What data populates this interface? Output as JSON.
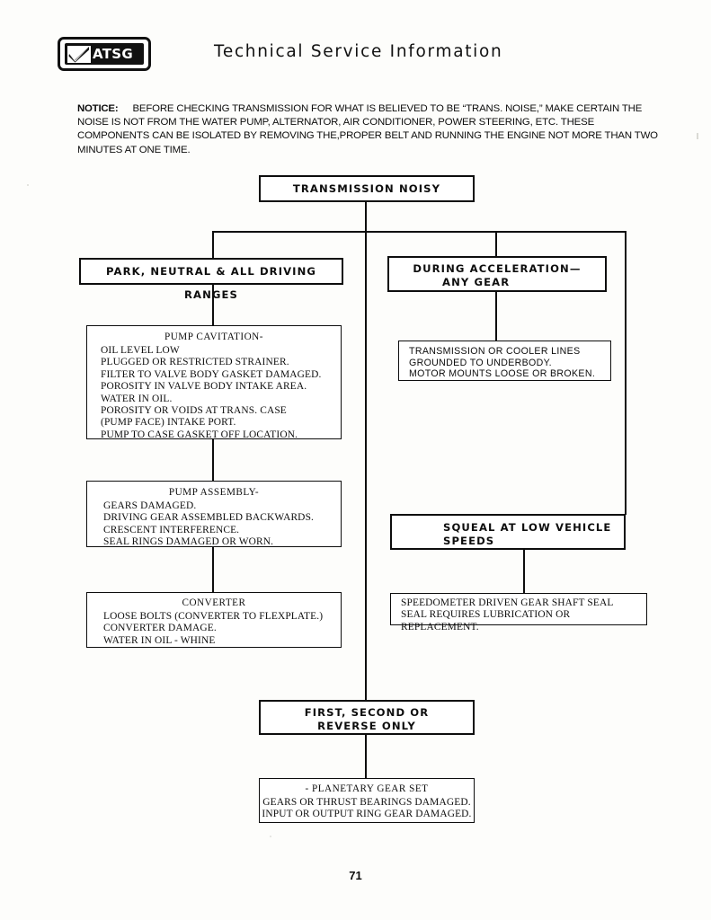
{
  "header": {
    "logo_text": "ATSG",
    "logo_icon": "checkmark-icon",
    "title": "Technical Service Information"
  },
  "notice": {
    "label": "NOTICE:",
    "text": "BEFORE CHECKING TRANSMISSION FOR WHAT IS BELIEVED TO BE “TRANS. NOISE,” MAKE CERTAIN THE NOISE IS NOT FROM THE WATER PUMP, ALTERNATOR, AIR CONDITIONER, POWER STEERING, ETC. THESE COMPONENTS CAN BE ISOLATED BY REMOVING THE,PROPER BELT AND RUNNING THE ENGINE NOT MORE THAN TWO MINUTES AT ONE TIME."
  },
  "flowchart": {
    "root": {
      "label": "TRANSMISSION  NOISY"
    },
    "branch_left": {
      "label": "PARK, NEUTRAL & ALL DRIVING RANGES"
    },
    "branch_right": {
      "line1": "DURING ACCELERATION—",
      "line2": "ANY GEAR"
    },
    "pump_cavitation": {
      "title": "PUMP CAVITATION-",
      "items": "OIL LEVEL LOW\nPLUGGED OR RESTRICTED STRAINER.\nFILTER TO VALVE BODY GASKET DAMAGED.\nPOROSITY IN VALVE BODY INTAKE AREA.\nWATER IN OIL.\nPOROSITY OR VOIDS AT TRANS. CASE\n(PUMP FACE) INTAKE PORT.\nPUMP TO CASE GASKET OFF LOCATION."
    },
    "trans_cooler": {
      "items": "TRANSMISSION OR COOLER LINES\nGROUNDED TO UNDERBODY.\nMOTOR MOUNTS LOOSE OR BROKEN."
    },
    "pump_assembly": {
      "title": "PUMP ASSEMBLY-",
      "items": "GEARS DAMAGED.\nDRIVING GEAR ASSEMBLED BACKWARDS.\nCRESCENT INTERFERENCE.\nSEAL RINGS DAMAGED OR WORN."
    },
    "squeal": {
      "line1": "SQUEAL AT LOW VEHICLE",
      "line2": "SPEEDS"
    },
    "converter": {
      "title": "CONVERTER",
      "items": "LOOSE BOLTS (CONVERTER TO FLEXPLATE.)\nCONVERTER DAMAGE.\nWATER IN OIL - WHINE"
    },
    "speedometer": {
      "items": "SPEEDOMETER DRIVEN GEAR SHAFT SEAL\nSEAL REQUIRES LUBRICATION OR REPLACEMENT."
    },
    "first_second": {
      "line1": "FIRST, SECOND OR",
      "line2": "REVERSE ONLY"
    },
    "planetary": {
      "title": "- PLANETARY GEAR SET",
      "items": "GEARS OR THRUST BEARINGS DAMAGED.\nINPUT OR OUTPUT RING GEAR DAMAGED."
    }
  },
  "footer": {
    "page_number": "71"
  },
  "colors": {
    "ink": "#0d0d0d",
    "paper": "#fdfdfb"
  }
}
